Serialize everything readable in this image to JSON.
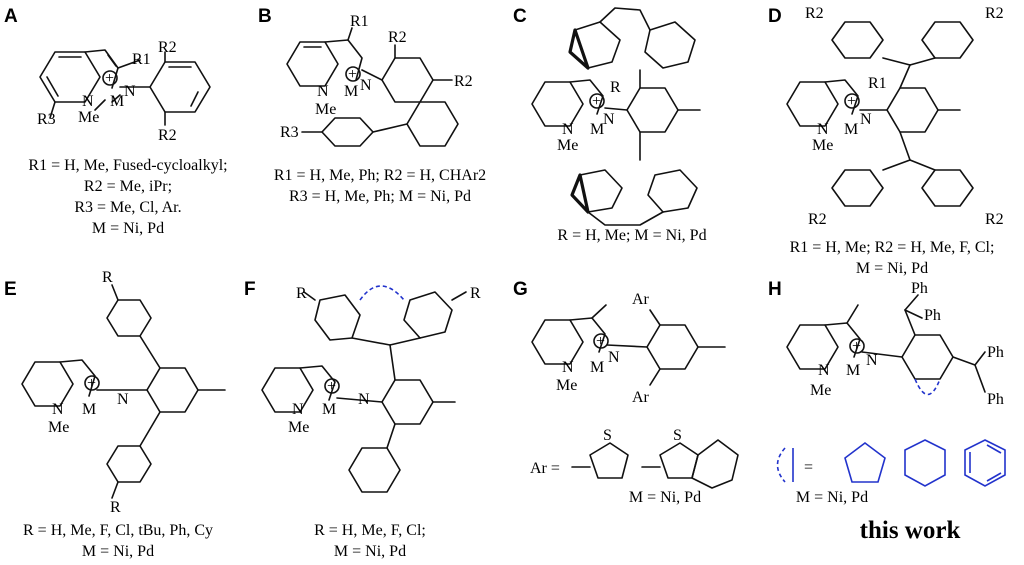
{
  "panels": [
    {
      "letter": "A",
      "caption": [
        "R1 = H, Me,  Fused-cycloalkyl;",
        "R2 = Me, iPr;",
        "R3 = Me, Cl, Ar.",
        "M = Ni, Pd"
      ]
    },
    {
      "letter": "B",
      "caption": [
        "R1 = H, Me, Ph; R2 = H, CHAr2",
        "R3 = H, Me, Ph; M = Ni, Pd"
      ]
    },
    {
      "letter": "C",
      "caption": [
        "R = H, Me; M = Ni, Pd"
      ]
    },
    {
      "letter": "D",
      "caption": [
        "R1 = H, Me; R2 = H, Me, F, Cl;",
        "M = Ni, Pd"
      ]
    },
    {
      "letter": "E",
      "caption": [
        "R = H, Me, F, Cl, tBu, Ph, Cy",
        "M = Ni, Pd"
      ]
    },
    {
      "letter": "F",
      "caption": [
        "R = H, Me, F, Cl;",
        "M = Ni, Pd"
      ]
    },
    {
      "letter": "G",
      "caption": [
        "M = Ni, Pd"
      ]
    },
    {
      "letter": "H",
      "caption": [
        "M = Ni, Pd"
      ]
    }
  ],
  "labels": {
    "metal": "M",
    "nitrogen": "N",
    "methyl": "Me",
    "phenyl": "Ph",
    "charge": "+",
    "r": "R",
    "r1": "R1",
    "r2": "R2",
    "r3": "R3",
    "ar": "Ar",
    "ar_eq": "Ar =",
    "equals": "=",
    "S": "S"
  },
  "this_work": "this work"
}
